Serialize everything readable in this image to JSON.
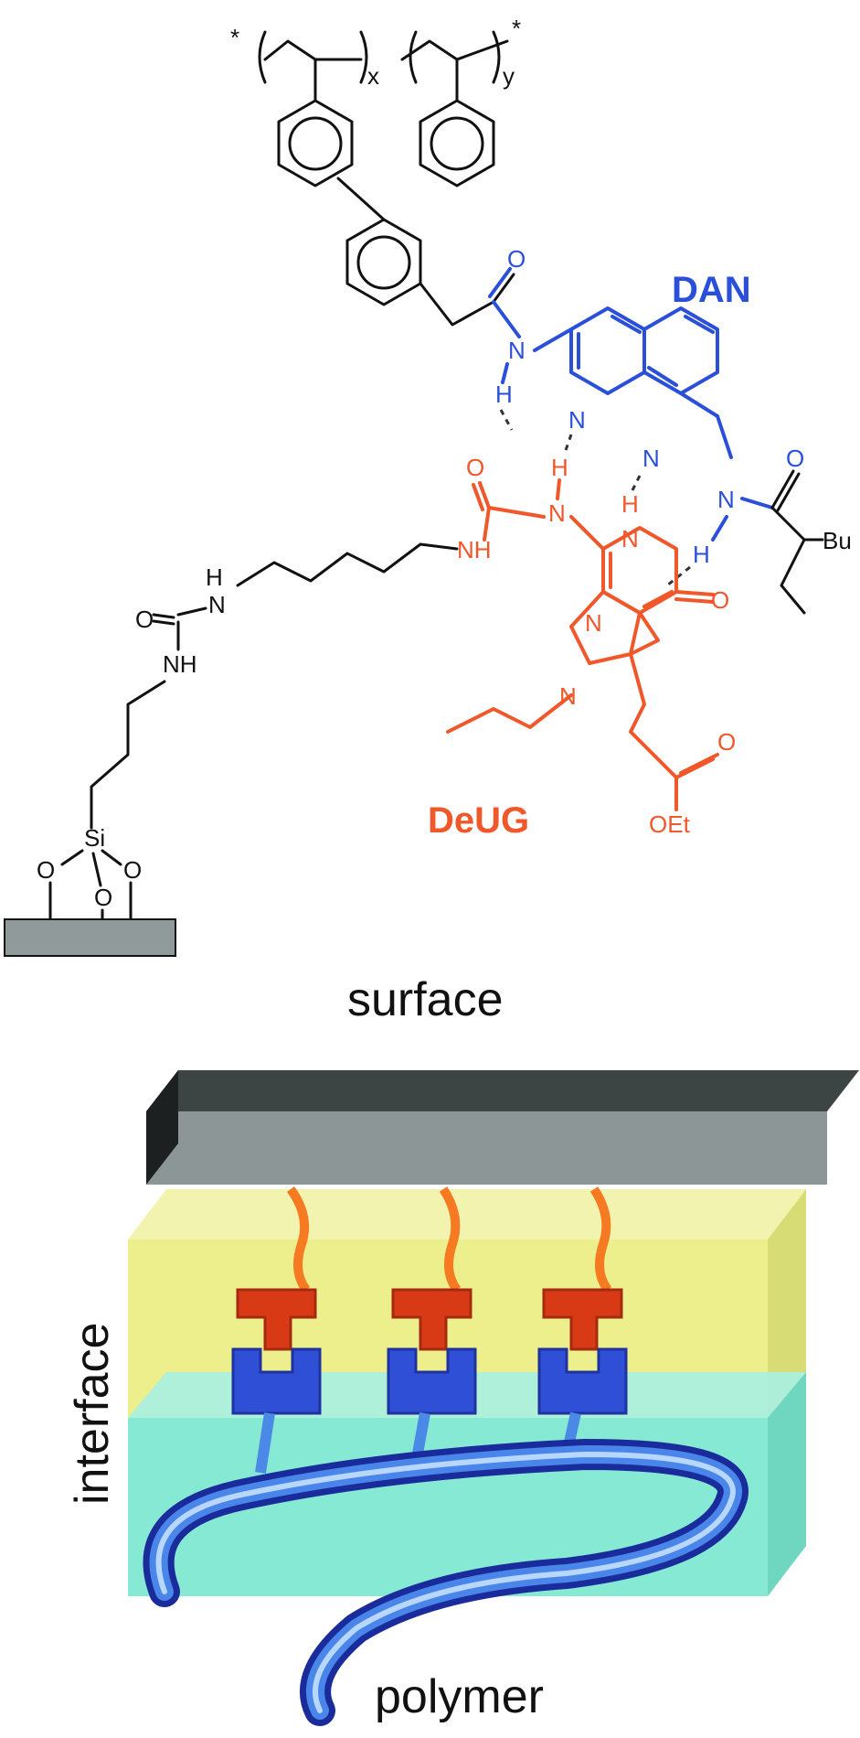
{
  "figure": {
    "top": {
      "polymer_star_left": "*",
      "polymer_star_right": "*",
      "subscript_x": "x",
      "subscript_y": "y",
      "dan_label": "DAN",
      "deug_label": "DeUG",
      "atoms": {
        "o_amide_top": "O",
        "n_amide_left": "N",
        "h_amide_left": "H",
        "n_ring1": "N",
        "n_ring2": "N",
        "n_amide_right": "N",
        "h_amide_right": "H",
        "o_amide_right": "O",
        "bu": "Bu",
        "o_urea_red": "O",
        "h_urea_red": "H",
        "n_urea_red": "N",
        "nh_urea_red": "NH",
        "h_n3": "H",
        "n3": "N",
        "o_c4": "O",
        "n_pyr1": "N",
        "n_pyrrole": "N",
        "o_ester": "O",
        "oet": "OEt",
        "h_urea_black": "H",
        "n_urea_black": "N",
        "o_urea_black": "O",
        "nh_urea_black": "NH",
        "si": "Si",
        "o_si_left": "O",
        "o_si_mid": "O",
        "o_si_right": "O"
      }
    },
    "bottom": {
      "surface_label": "surface",
      "interface_label": "interface",
      "polymer_label": "polymer"
    },
    "colors": {
      "dan": "#2a4fd8",
      "deug": "#f0572a",
      "surface_gray": "#8c9696",
      "interface_yellow": "#ecef8c",
      "polymer_cyan": "#86e9d4"
    }
  }
}
